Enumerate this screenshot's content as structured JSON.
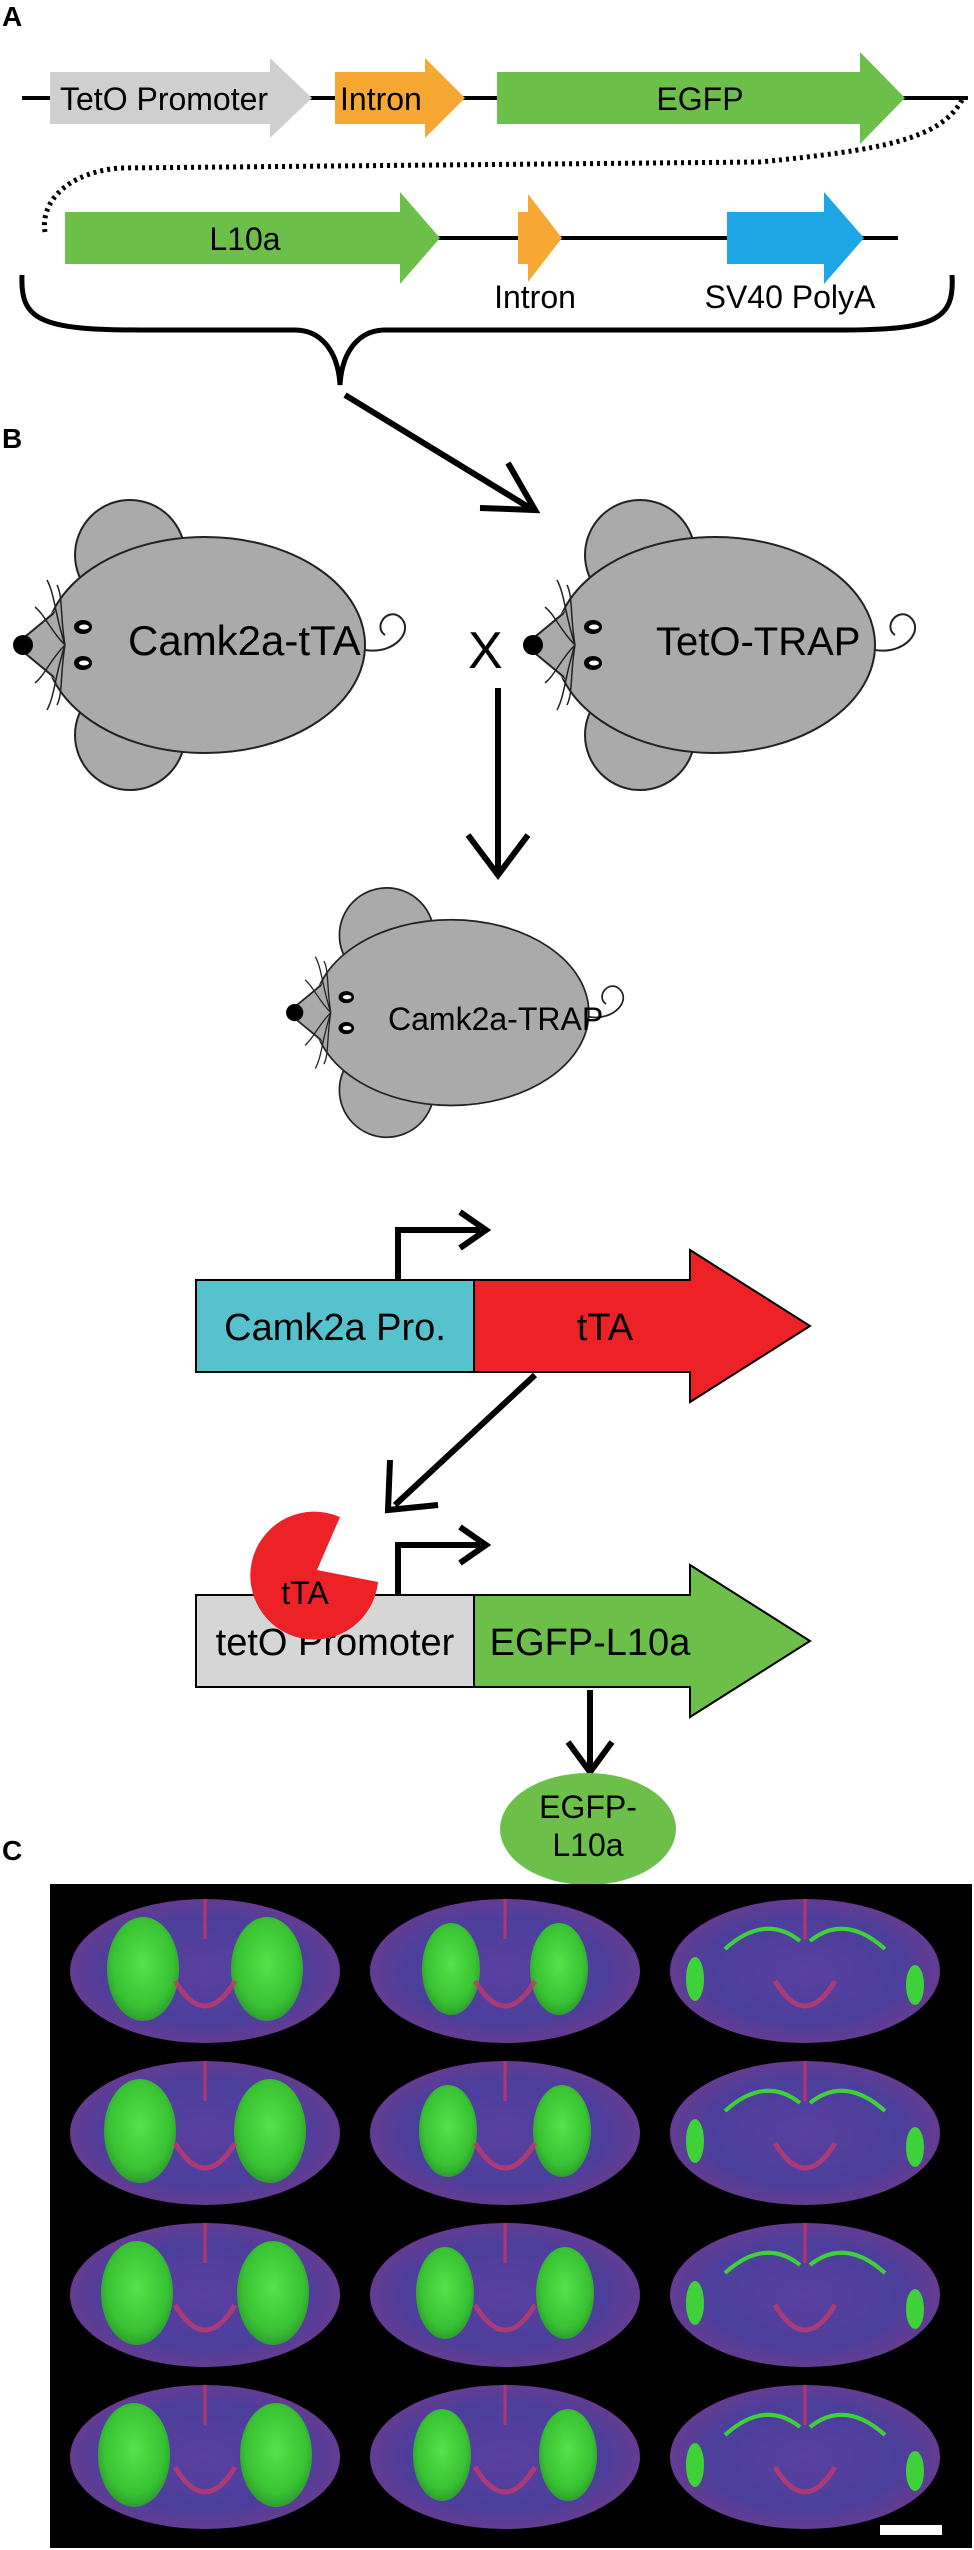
{
  "panels": {
    "a": "A",
    "b": "B",
    "c": "C"
  },
  "construct": {
    "row1": {
      "tetO_promoter": "TetO Promoter",
      "intron": "Intron",
      "egfp": "EGFP"
    },
    "row2": {
      "l10a": "L10a",
      "intron": "Intron",
      "sv40_polya": "SV40 PolyA"
    }
  },
  "cross": {
    "mouse_left": "Camk2a-tTA",
    "cross_symbol": "X",
    "mouse_right": "TetO-TRAP",
    "offspring": "Camk2a-TRAP"
  },
  "mechanism": {
    "promoter1": "Camk2a Pro.",
    "gene1": "tTA",
    "bound_factor": "tTA",
    "promoter2": "tetO Promoter",
    "gene2": "EGFP-L10a",
    "protein_line1": "EGFP-",
    "protein_line2": "L10a"
  },
  "colors": {
    "promoter_gray": "#cfcfcf",
    "intron_orange": "#f7a833",
    "gfp_green": "#6cc04a",
    "polya_blue": "#1ea6e6",
    "mouse_gray": "#aaaaaa",
    "camk2a_cyan": "#55c2cd",
    "tta_red": "#ec2227",
    "promoter2_gray": "#d6d6d6",
    "fluor_green": "#3fd13a",
    "tissue_blue": "#4a4aa8",
    "tissue_red": "#b5356b"
  },
  "micrograph": {
    "columns": 3,
    "rows": 4,
    "scale_bar": true
  }
}
